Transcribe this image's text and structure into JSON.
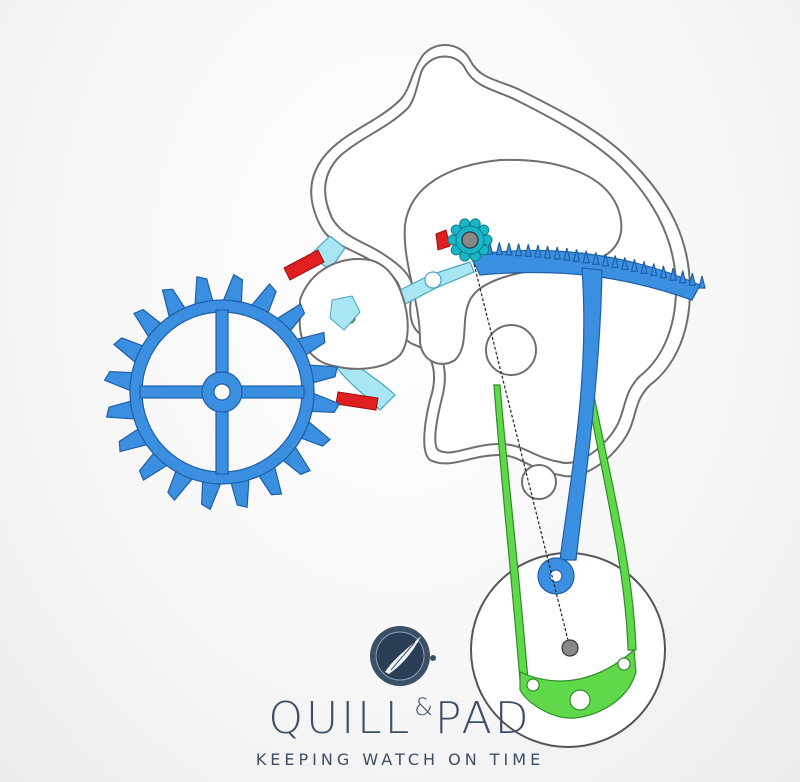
{
  "brand": {
    "word_left": "QUILL",
    "ampersand": "&",
    "word_right": "PAD",
    "tagline": "KEEPING WATCH ON TIME"
  },
  "colors": {
    "background": "#f3f3f3",
    "escape_wheel": "#3b8fe0",
    "anchor_fork": "#a8e6f4",
    "pallet_stones": "#e02020",
    "rack": "#3b8fe0",
    "hairspring": "#5fd84a",
    "outline": "#6f6f6f",
    "pinion": "#1ab6c8",
    "logo": "#3b4f67"
  },
  "diagram": {
    "escape_wheel_teeth": 20,
    "escape_wheel_spokes": 4,
    "rack_teeth": 24,
    "pinion_teeth": 10
  }
}
